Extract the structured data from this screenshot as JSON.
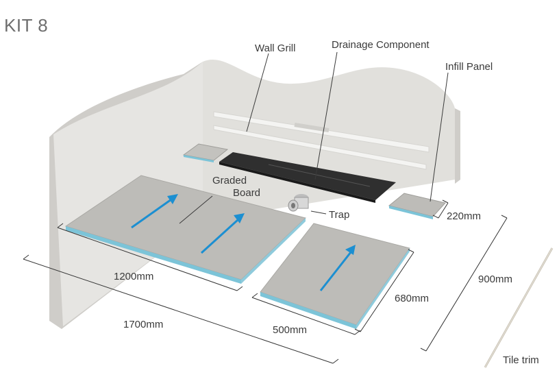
{
  "title": "KIT 8",
  "labels": {
    "wall_grill": "Wall Grill",
    "drainage_component": "Drainage Component",
    "infill_panel": "Infill Panel",
    "graded_board_line1": "Graded",
    "graded_board_line2": "Board",
    "trap": "Trap",
    "tile_trim": "Tile trim"
  },
  "dimensions": {
    "width_1700": "1700mm",
    "width_1200": "1200mm",
    "width_500": "500mm",
    "depth_680": "680mm",
    "depth_900": "900mm",
    "depth_220": "220mm"
  },
  "colors": {
    "wall": "#e3e2df",
    "wall_edge": "#cfcdc9",
    "board_top": "#bdbcb8",
    "board_edge_blue": "#7cc4d8",
    "arrow": "#1c8fd1",
    "drain": "#2f2f2f",
    "dim_line": "#333333",
    "title": "#6e6e6e"
  }
}
